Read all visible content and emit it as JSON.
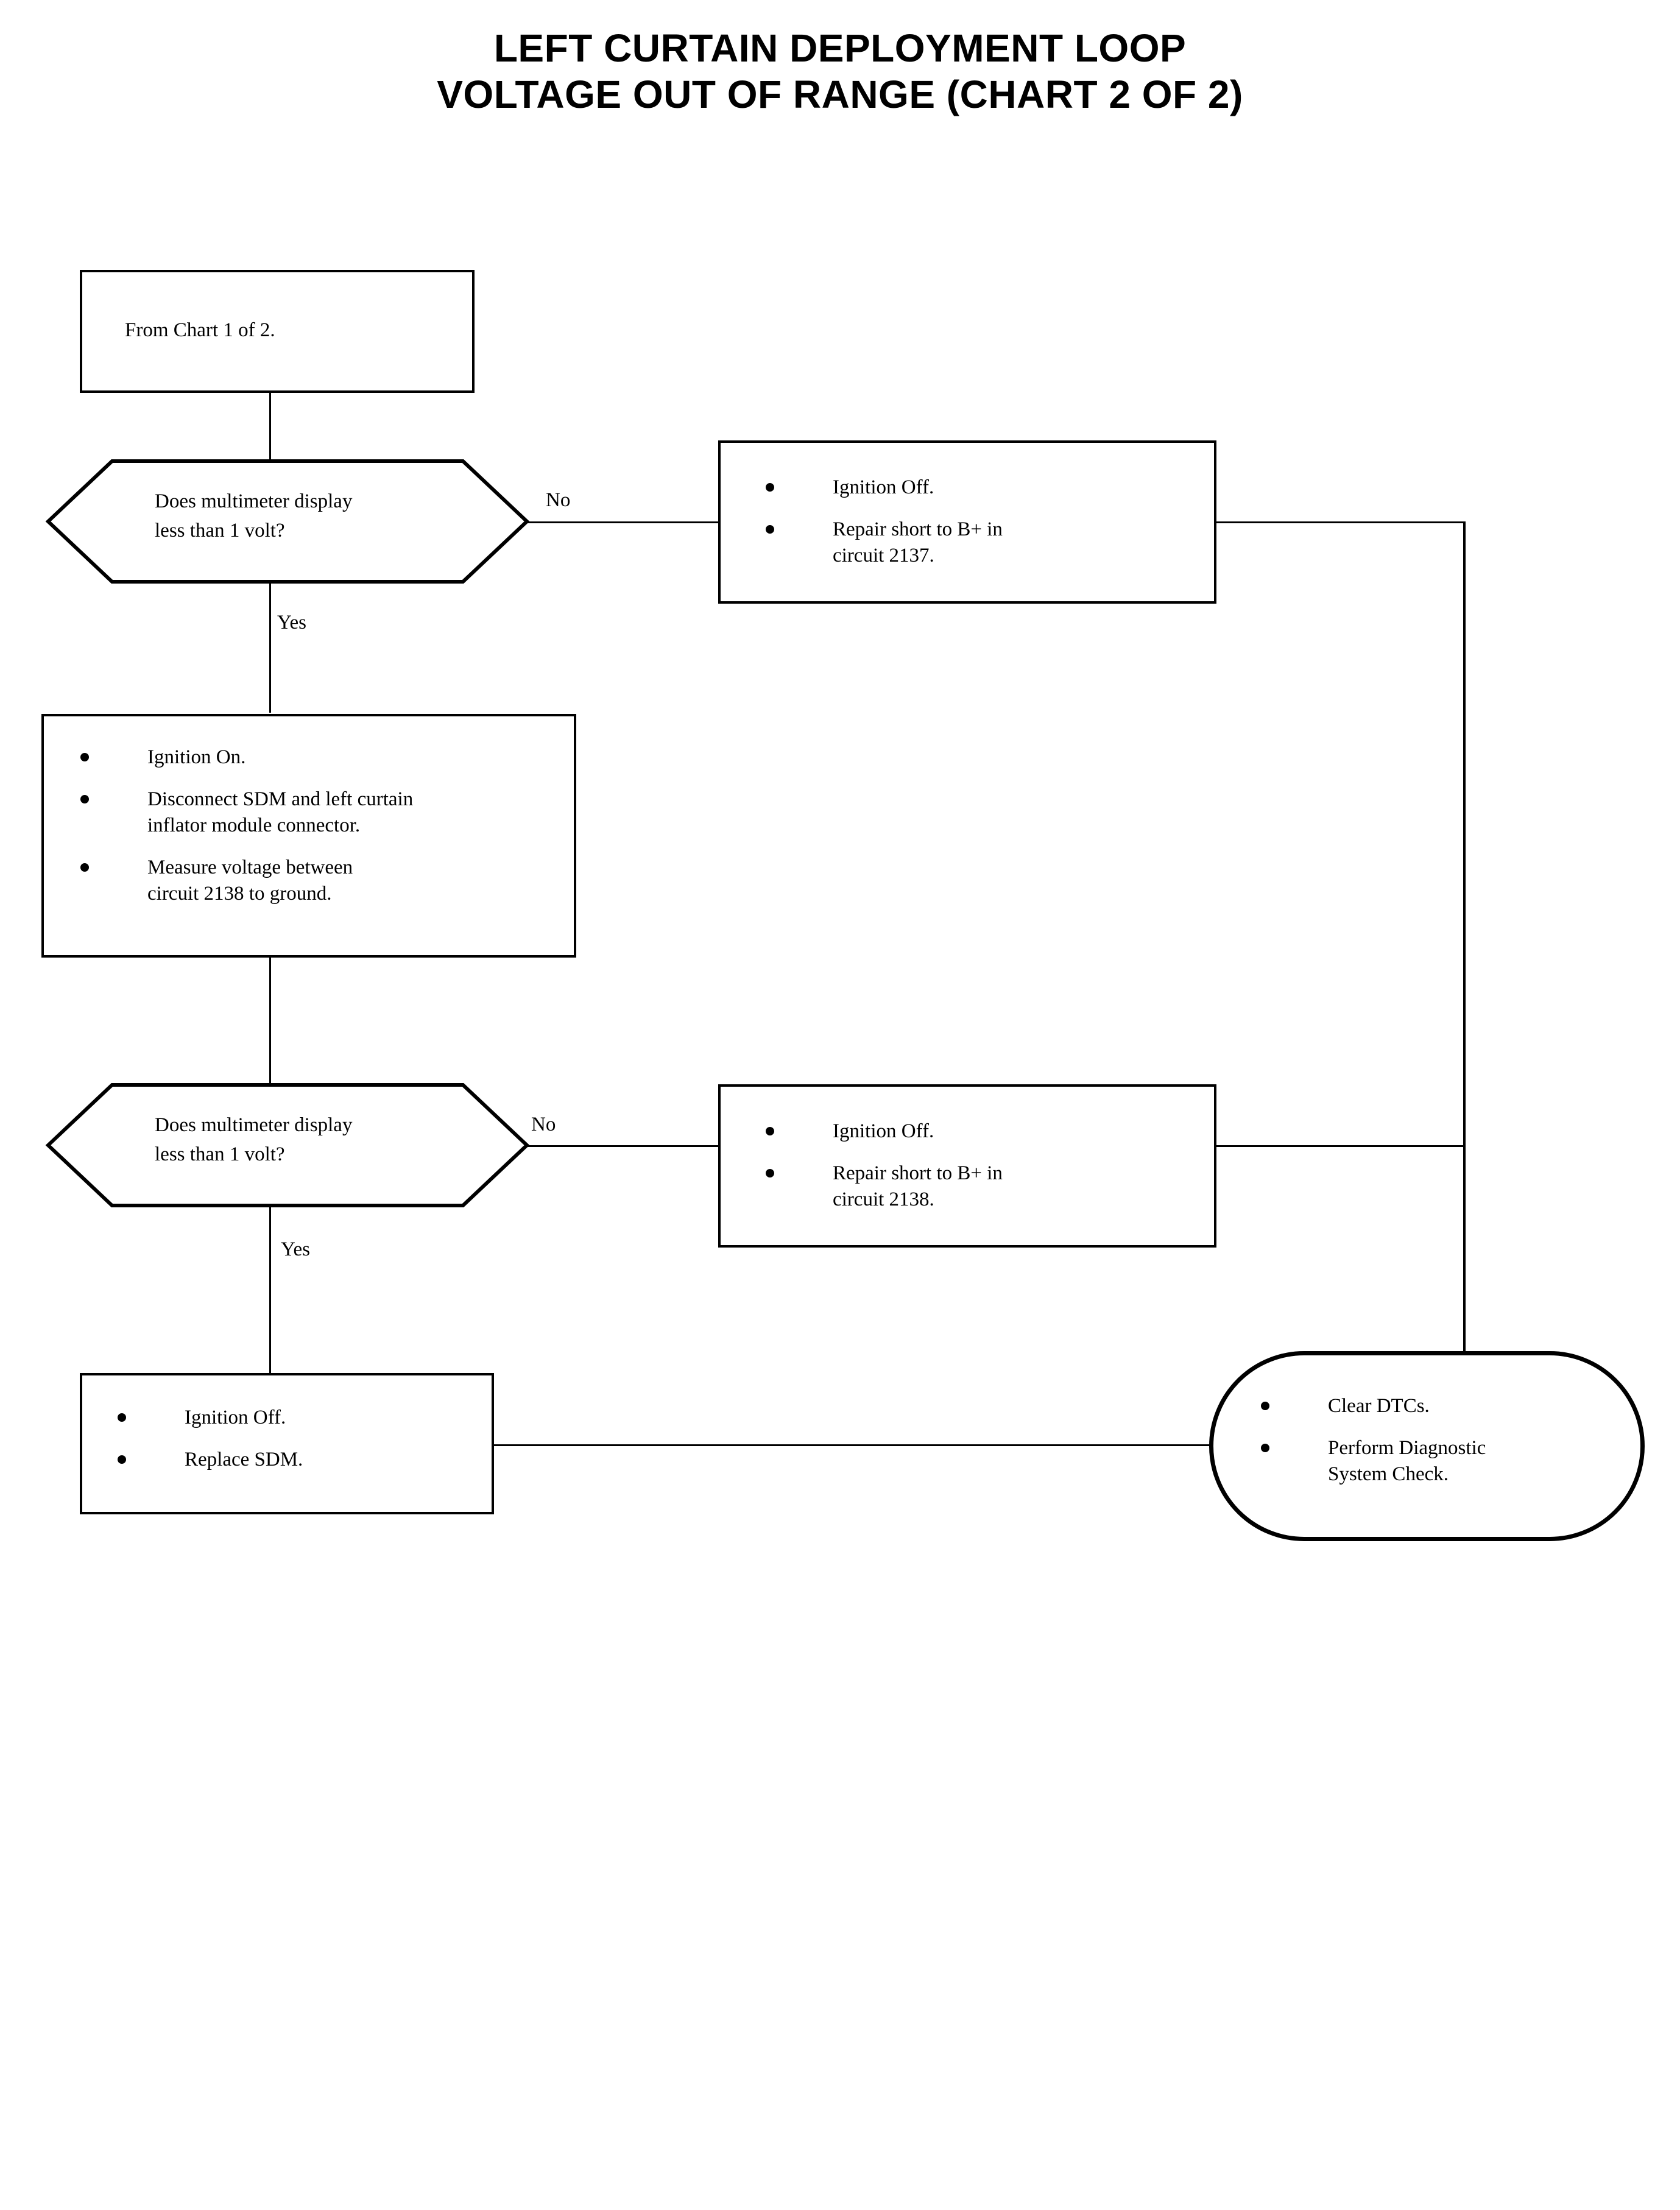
{
  "title": {
    "line1": "LEFT CURTAIN DEPLOYMENT LOOP",
    "line2": "VOLTAGE OUT OF RANGE (CHART 2 OF 2)"
  },
  "colors": {
    "ink": "#000000",
    "paper": "#ffffff"
  },
  "chart_data": {
    "type": "diagram",
    "diagram_kind": "flowchart",
    "title": "LEFT CURTAIN DEPLOYMENT LOOP VOLTAGE OUT OF RANGE (CHART 2 OF 2)",
    "nodes": [
      {
        "id": "start",
        "shape": "rectangle",
        "text": "From Chart 1 of 2."
      },
      {
        "id": "dec1",
        "shape": "hexagon",
        "text": "Does multimeter display\nless than 1 volt?"
      },
      {
        "id": "act1",
        "shape": "rectangle",
        "bullets": [
          "Ignition Off.",
          "Repair short to B+ in\ncircuit 2137."
        ]
      },
      {
        "id": "act2",
        "shape": "rectangle",
        "bullets": [
          "Ignition On.",
          "Disconnect SDM and left curtain\ninflator module connector.",
          "Measure voltage between\ncircuit 2138 to ground."
        ]
      },
      {
        "id": "dec2",
        "shape": "hexagon",
        "text": "Does multimeter display\nless than 1 volt?"
      },
      {
        "id": "act3",
        "shape": "rectangle",
        "bullets": [
          "Ignition Off.",
          "Repair short to B+ in\ncircuit 2138."
        ]
      },
      {
        "id": "act4",
        "shape": "rectangle",
        "bullets": [
          "Ignition Off.",
          "Replace SDM."
        ]
      },
      {
        "id": "terminal",
        "shape": "rounded-terminal",
        "bullets": [
          "Clear DTCs.",
          "Perform Diagnostic\nSystem Check."
        ]
      }
    ],
    "edges": [
      {
        "from": "start",
        "to": "dec1",
        "label": ""
      },
      {
        "from": "dec1",
        "to": "act1",
        "label": "No"
      },
      {
        "from": "dec1",
        "to": "act2",
        "label": "Yes"
      },
      {
        "from": "act2",
        "to": "dec2",
        "label": ""
      },
      {
        "from": "dec2",
        "to": "act3",
        "label": "No"
      },
      {
        "from": "dec2",
        "to": "act4",
        "label": "Yes"
      },
      {
        "from": "act1",
        "to": "terminal",
        "label": ""
      },
      {
        "from": "act3",
        "to": "terminal",
        "label": ""
      },
      {
        "from": "act4",
        "to": "terminal",
        "label": ""
      }
    ]
  },
  "nodes": {
    "start": {
      "text": "From Chart 1 of 2."
    },
    "decision1": {
      "text": "Does multimeter display\nless than 1 volt?"
    },
    "decision2": {
      "text": "Does multimeter display\nless than 1 volt?"
    },
    "repair2137": {
      "bullet1": "Ignition Off.",
      "bullet2": "Repair short to B+ in\ncircuit 2137."
    },
    "measure2138": {
      "bullet1": "Ignition On.",
      "bullet2": "Disconnect SDM and left curtain\ninflator module connector.",
      "bullet3": "Measure voltage between\ncircuit 2138 to ground."
    },
    "repair2138": {
      "bullet1": "Ignition Off.",
      "bullet2": "Repair short to B+ in\ncircuit 2138."
    },
    "replaceSdm": {
      "bullet1": "Ignition Off.",
      "bullet2": "Replace SDM."
    },
    "terminal": {
      "bullet1": "Clear DTCs.",
      "bullet2": "Perform Diagnostic\nSystem Check."
    }
  },
  "edge_labels": {
    "no1": "No",
    "yes1": "Yes",
    "no2": "No",
    "yes2": "Yes"
  }
}
